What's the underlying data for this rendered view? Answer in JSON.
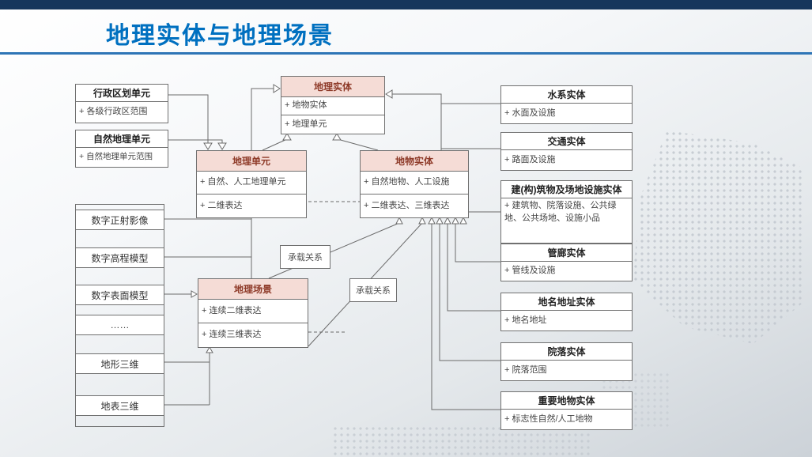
{
  "slide": {
    "title": "地理实体与地理场景"
  },
  "colors": {
    "accent": "#0070C0",
    "topbar": "#16365C",
    "rule_line": "#2E75B6",
    "node_header_pink": "#F5DCD6",
    "node_header_text": "#8E3A28"
  },
  "nodes": {
    "geo_entity": {
      "title": "地理实体",
      "attr1": "+ 地物实体",
      "attr2": "+ 地理单元"
    },
    "geo_unit": {
      "title": "地理单元",
      "attr1": "+ 自然、人工地理单元",
      "attr2": "+ 二维表达"
    },
    "feature_entity": {
      "title": "地物实体",
      "attr1": "+ 自然地物、人工设施",
      "attr2": "+ 二维表达、三维表达"
    },
    "geo_scene": {
      "title": "地理场景",
      "attr1": "+ 连续二维表达",
      "attr2": "+ 连续三维表达"
    },
    "admin_unit": {
      "title": "行政区划单元",
      "attr1": "+ 各级行政区范围"
    },
    "natural_unit": {
      "title": "自然地理单元",
      "attr1": "+ 自然地理单元范围"
    },
    "raster_rows": [
      "数字正射影像",
      "数字高程模型",
      "数字表面模型",
      "……",
      "地形三维",
      "地表三维"
    ],
    "water": {
      "title": "水系实体",
      "attr1": "+ 水面及设施"
    },
    "traffic": {
      "title": "交通实体",
      "attr1": "+ 路面及设施"
    },
    "building": {
      "title": "建(构)筑物及场地设施实体",
      "attr1": "+ 建筑物、院落设施、公共绿地、公共场地、设施小品"
    },
    "pipeline": {
      "title": "管廊实体",
      "attr1": "+ 管线及设施"
    },
    "address": {
      "title": "地名地址实体",
      "attr1": "+ 地名地址"
    },
    "courtyard": {
      "title": "院落实体",
      "attr1": "+ 院落范围"
    },
    "important": {
      "title": "重要地物实体",
      "attr1": "+ 标志性自然/人工地物"
    }
  },
  "relations": {
    "carry1": "承载关系",
    "carry2": "承载关系"
  }
}
